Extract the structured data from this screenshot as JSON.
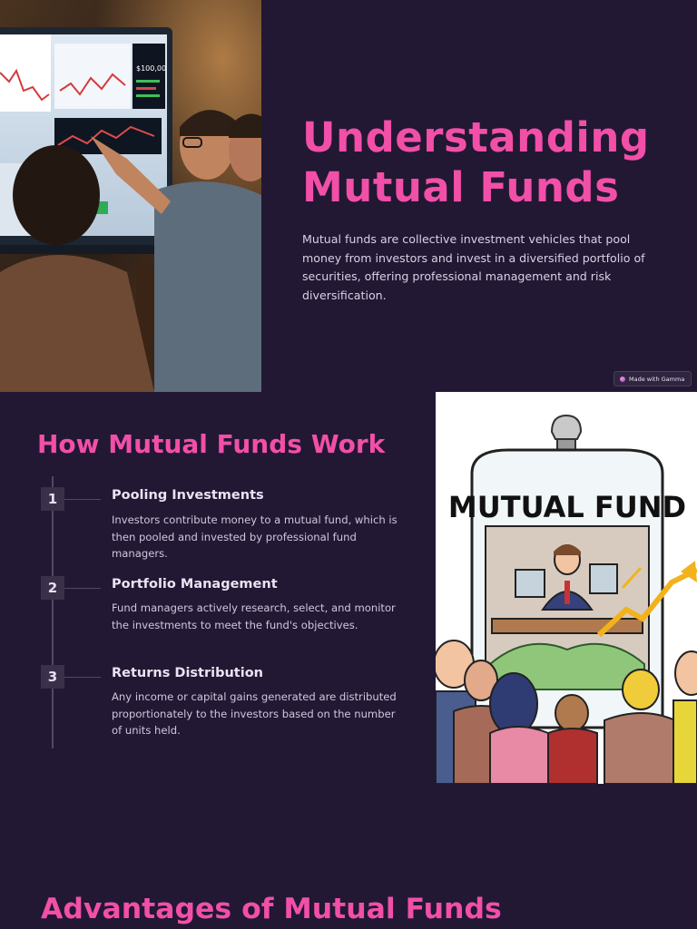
{
  "hero": {
    "title": "Understanding Mutual Funds",
    "description": "Mutual funds are collective investment vehicles that pool money from investors and invest in a diversified portfolio of securities, offering professional management and risk diversification.",
    "badge_label": "Made with Gamma"
  },
  "how_it_works": {
    "title": "How Mutual Funds Work",
    "steps": [
      {
        "number": "1",
        "heading": "Pooling Investments",
        "text": "Investors contribute money to a mutual fund, which is then pooled and invested by professional fund managers."
      },
      {
        "number": "2",
        "heading": "Portfolio Management",
        "text": "Fund managers actively research, select, and monitor the investments to meet the fund's objectives."
      },
      {
        "number": "3",
        "heading": "Returns Distribution",
        "text": "Any income or capital gains generated are distributed proportionately to the investors based on the number of units held."
      }
    ]
  },
  "illustration": {
    "jar_label": "MUTUAL FUND",
    "screen_figure": "$100,00"
  },
  "advantages": {
    "title": "Advantages of Mutual Funds"
  },
  "colors": {
    "background": "#221833",
    "accent": "#f24fa8",
    "body_text": "#d9d1e6"
  }
}
